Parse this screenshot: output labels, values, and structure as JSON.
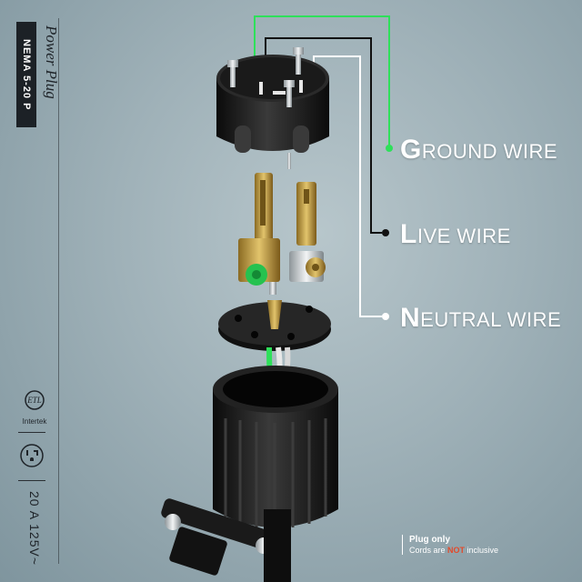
{
  "side": {
    "title": "Power Plug",
    "badge": "NEMA  5-20 P",
    "cert_word": "Intertek",
    "rating": "20 A  125V~"
  },
  "labels": {
    "ground": "GROUND WIRE",
    "live": "LIVE WIRE",
    "neutral": "NEUTRAL WIRE"
  },
  "footnote": {
    "line1": "Plug only",
    "line2_pre": "Cords are ",
    "line2_highlight": "NOT",
    "line2_post": " inclusive"
  },
  "colors": {
    "ground": "#2ee05a",
    "live": "#111111",
    "neutral": "#ffffff",
    "highlight": "#e24a2b"
  },
  "icons": [
    "etl-mark-icon",
    "socket-outlet-icon"
  ]
}
